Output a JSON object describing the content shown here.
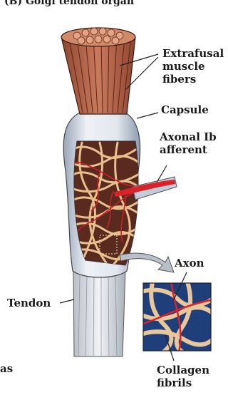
{
  "title": "(B) Golgi tendon organ",
  "labels": {
    "extrafusal_line1": "Extrafusal",
    "extrafusal_line2": "muscle",
    "extrafusal_line3": "fibers",
    "capsule": "Capsule",
    "axonal_line1": "Axonal Ib",
    "axonal_line2": "afferent",
    "axon": "Axon",
    "tendon": "Tendon",
    "collagen_line1": "Collagen",
    "collagen_line2": "fibrils",
    "edge_fragment": "as"
  },
  "colors": {
    "muscle": "#b8664a",
    "capsule": "#dde3ec",
    "tendon": "#e4e7eb",
    "axon": "#d8232a",
    "collagen": "#e9c79c",
    "background_inset": "#1f3f7a"
  }
}
